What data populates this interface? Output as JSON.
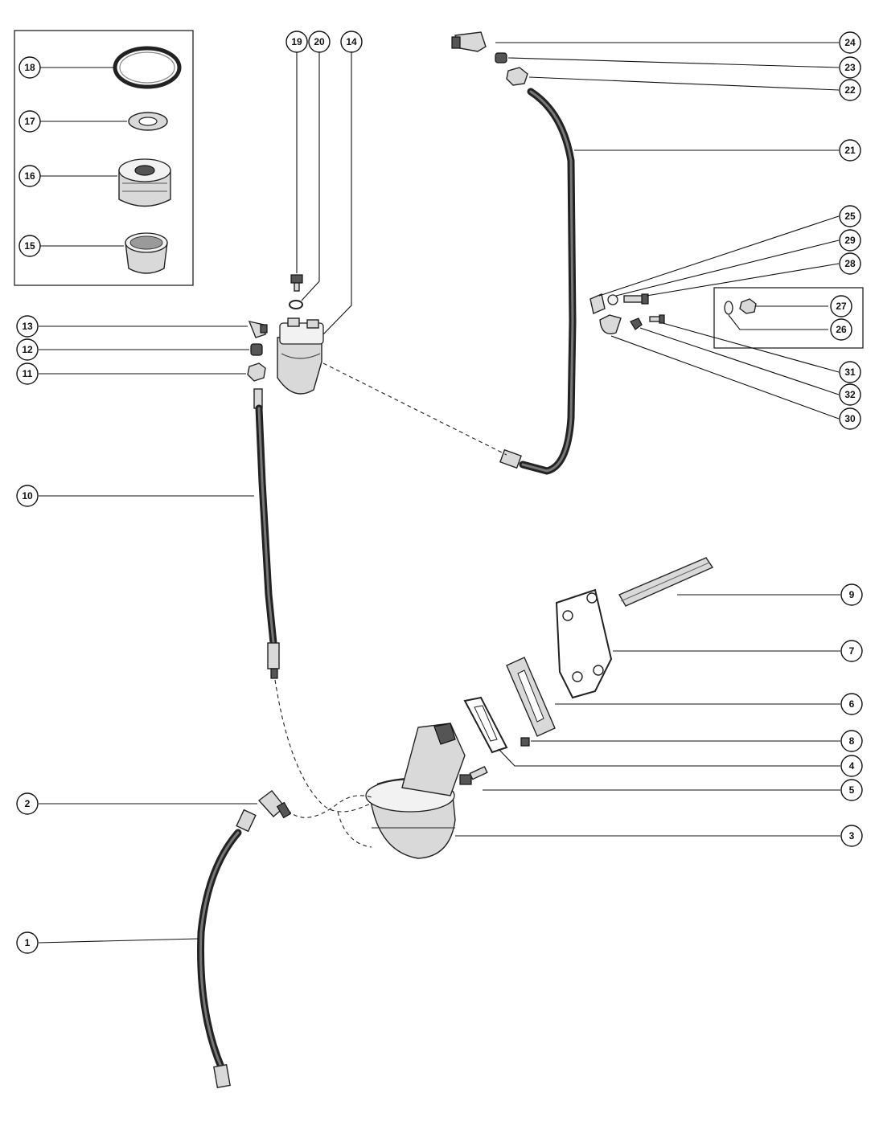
{
  "callouts": [
    {
      "id": "c18",
      "label": "18"
    },
    {
      "id": "c17",
      "label": "17"
    },
    {
      "id": "c16",
      "label": "16"
    },
    {
      "id": "c15",
      "label": "15"
    },
    {
      "id": "c19",
      "label": "19"
    },
    {
      "id": "c20",
      "label": "20"
    },
    {
      "id": "c14",
      "label": "14"
    },
    {
      "id": "c13",
      "label": "13"
    },
    {
      "id": "c12",
      "label": "12"
    },
    {
      "id": "c11",
      "label": "11"
    },
    {
      "id": "c10",
      "label": "10"
    },
    {
      "id": "c2",
      "label": "2"
    },
    {
      "id": "c1",
      "label": "1"
    },
    {
      "id": "c24",
      "label": "24"
    },
    {
      "id": "c23",
      "label": "23"
    },
    {
      "id": "c22",
      "label": "22"
    },
    {
      "id": "c21",
      "label": "21"
    },
    {
      "id": "c25",
      "label": "25"
    },
    {
      "id": "c29",
      "label": "29"
    },
    {
      "id": "c28",
      "label": "28"
    },
    {
      "id": "c27",
      "label": "27"
    },
    {
      "id": "c26",
      "label": "26"
    },
    {
      "id": "c31",
      "label": "31"
    },
    {
      "id": "c32",
      "label": "32"
    },
    {
      "id": "c30",
      "label": "30"
    },
    {
      "id": "c9",
      "label": "9"
    },
    {
      "id": "c7",
      "label": "7"
    },
    {
      "id": "c6",
      "label": "6"
    },
    {
      "id": "c8",
      "label": "8"
    },
    {
      "id": "c4",
      "label": "4"
    },
    {
      "id": "c5",
      "label": "5"
    },
    {
      "id": "c3",
      "label": "3"
    }
  ],
  "colors": {
    "ink": "#111111",
    "paper": "#ffffff"
  }
}
